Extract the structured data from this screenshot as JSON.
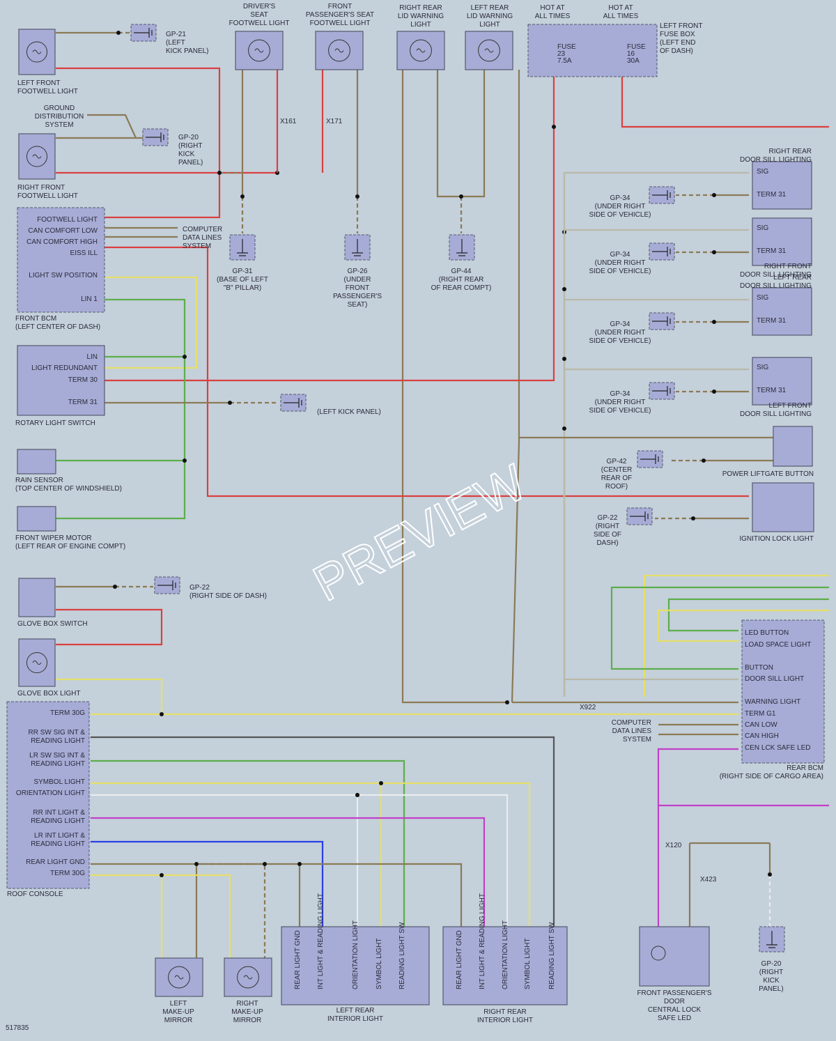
{
  "colors": {
    "background": "#c4d0da",
    "component": "#a7acd6",
    "wire_brn": "#8a7a55",
    "wire_red": "#d94040",
    "wire_yel": "#e6df6a",
    "wire_grn": "#5cae4b",
    "wire_blu": "#2a3ee6",
    "wire_vio": "#c040c8",
    "wire_wht": "#e9ecef",
    "wire_blk": "#555555",
    "wire_gry": "#b9b9a8"
  },
  "labels": {
    "doc_id": "517835",
    "watermark": "PREVIEW",
    "lf_footwell": [
      "LEFT FRONT",
      "FOOTWELL LIGHT"
    ],
    "rf_footwell": [
      "RIGHT FRONT",
      "FOOTWELL LIGHT"
    ],
    "ground_dist": [
      "GROUND",
      "DISTRIBUTION",
      "SYSTEM"
    ],
    "gp21_top": [
      "GP-21",
      "(LEFT",
      "KICK PANEL)"
    ],
    "gp20_top": [
      "GP-20",
      "(RIGHT",
      "KICK",
      "PANEL)"
    ],
    "front_bcm": [
      "FRONT BCM",
      "(LEFT CENTER OF DASH)"
    ],
    "bcm_pins": [
      "FOOTWELL LIGHT",
      "CAN COMFORT LOW",
      "CAN COMFORT HIGH",
      "EISS ILL",
      "LIGHT SW POSITION",
      "LIN 1"
    ],
    "computer_lines": [
      "COMPUTER",
      "DATA LINES",
      "SYSTEM"
    ],
    "rotary": "ROTARY LIGHT SWITCH",
    "rotary_pins": [
      "LIN",
      "LIGHT REDUNDANT",
      "TERM 30",
      "TERM 31"
    ],
    "gp21_mid": "(LEFT KICK PANEL)",
    "rain": [
      "RAIN SENSOR",
      "(TOP CENTER OF WINDSHIELD)"
    ],
    "wiper": [
      "FRONT WIPER MOTOR",
      "(LEFT REAR OF ENGINE COMPT)"
    ],
    "drv_footwell": [
      "DRIVER'S",
      "SEAT",
      "FOOTWELL LIGHT"
    ],
    "pass_footwell": [
      "FRONT",
      "PASSENGER'S SEAT",
      "FOOTWELL LIGHT"
    ],
    "rr_lid": [
      "RIGHT REAR",
      "LID WARNING",
      "LIGHT"
    ],
    "lr_lid": [
      "LEFT REAR",
      "LID WARNING",
      "LIGHT"
    ],
    "hot": [
      "HOT AT",
      "ALL TIMES"
    ],
    "fuse_box": [
      "LEFT FRONT",
      "FUSE BOX",
      "(LEFT END",
      "OF DASH)"
    ],
    "fuse23": [
      "FUSE",
      "23",
      "7.5A"
    ],
    "fuse16": [
      "FUSE",
      "16",
      "30A"
    ],
    "gp31": [
      "GP-31",
      "(BASE OF LEFT",
      "\"B\" PILLAR)"
    ],
    "gp26": [
      "GP-26",
      "(UNDER",
      "FRONT",
      "PASSENGER'S",
      "SEAT)"
    ],
    "gp44": [
      "GP-44",
      "(RIGHT REAR",
      "OF REAR COMPT)"
    ],
    "sill": [
      [
        "RIGHT REAR",
        "DOOR SILL LIGHTING"
      ],
      [
        "RIGHT FRONT",
        "DOOR SILL LIGHTING"
      ],
      [
        "LEFT REAR",
        "DOOR SILL LIGHTING"
      ],
      [
        "LEFT FRONT",
        "DOOR SILL LIGHTING"
      ]
    ],
    "gp34": [
      "GP-34",
      "(UNDER RIGHT",
      "SIDE OF VEHICLE)"
    ],
    "gp42": [
      "GP-42",
      "(CENTER",
      "REAR OF",
      "ROOF)"
    ],
    "liftgate": "POWER LIFTGATE BUTTON",
    "gp22_ign": [
      "GP-22",
      "(RIGHT",
      "SIDE OF",
      "DASH)"
    ],
    "ign_light": "IGNITION LOCK LIGHT",
    "glove_switch": "GLOVE BOX SWITCH",
    "glove_light": "GLOVE BOX LIGHT",
    "gp22_glove": [
      "GP-22",
      "(RIGHT SIDE OF DASH)"
    ],
    "roof_console": "ROOF CONSOLE",
    "roof_pins": [
      "TERM 30G",
      "RR SW SIG INT &",
      "READING LIGHT",
      "LR SW SIG INT &",
      "READING LIGHT",
      "SYMBOL LIGHT",
      "ORIENTATION LIGHT",
      "RR INT LIGHT &",
      "READING LIGHT",
      "LR INT LIGHT &",
      "READING LIGHT",
      "REAR LIGHT GND",
      "TERM 30G"
    ],
    "rear_bcm": [
      "REAR BCM",
      "(RIGHT SIDE OF CARGO AREA)"
    ],
    "rear_bcm_pins": [
      "LED BUTTON",
      "LOAD SPACE LIGHT",
      "BUTTON",
      "DOOR SILL LIGHT",
      "WARNING LIGHT",
      "TERM G1",
      "CAN LOW",
      "CAN HIGH",
      "CEN LCK SAFE LED"
    ],
    "interior_pins": [
      "REAR LIGHT GND",
      "INT LIGHT & READING LIGHT",
      "ORIENTATION LIGHT",
      "SYMBOL LIGHT",
      "READING LIGHT SW"
    ],
    "l_mirror": [
      "LEFT",
      "MAKE-UP",
      "MIRROR"
    ],
    "r_mirror": [
      "RIGHT",
      "MAKE-UP",
      "MIRROR"
    ],
    "l_interior": [
      "LEFT REAR",
      "INTERIOR LIGHT"
    ],
    "r_interior": [
      "RIGHT REAR",
      "INTERIOR LIGHT"
    ],
    "safe_led": [
      "FRONT PASSENGER'S",
      "DOOR",
      "CENTRAL LOCK",
      "SAFE LED"
    ],
    "gp20_bot": [
      "GP-20",
      "(RIGHT",
      "KICK",
      "PANEL)"
    ],
    "connectors": [
      "X161",
      "X171",
      "X922",
      "X120",
      "X423"
    ]
  }
}
